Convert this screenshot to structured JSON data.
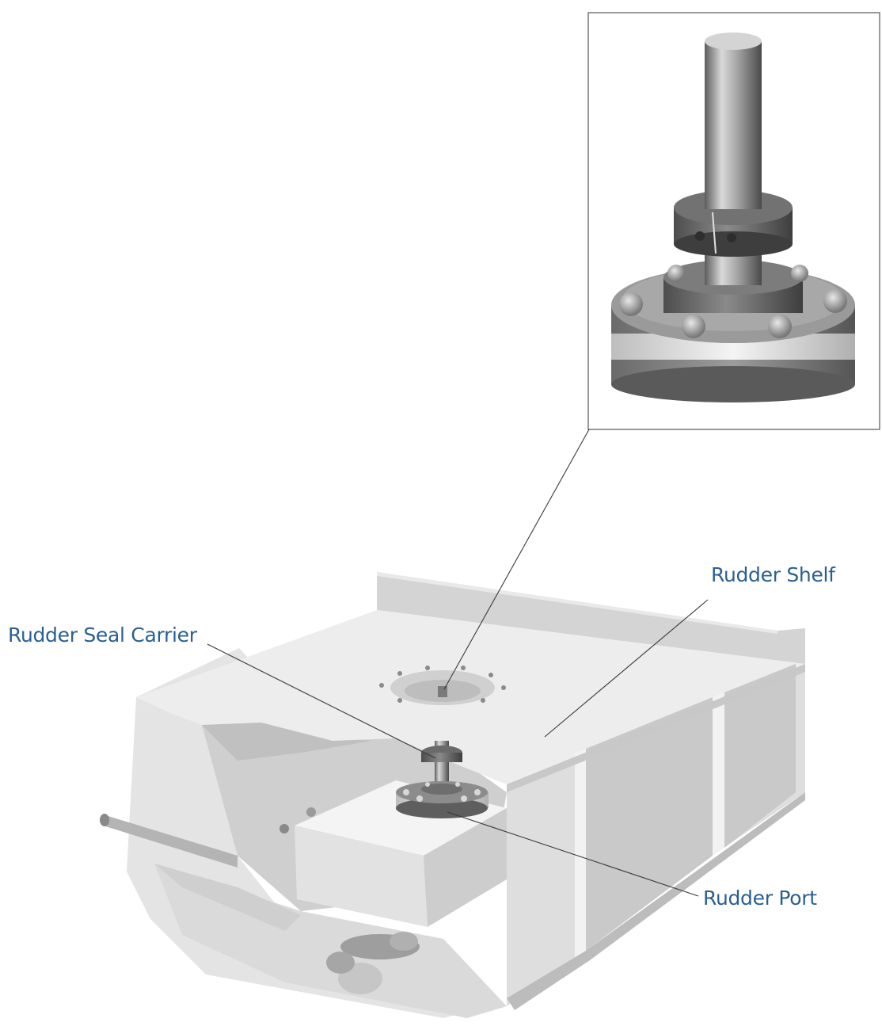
{
  "callouts": {
    "rudder_shelf": "Rudder Shelf",
    "rudder_seal_carrier": "Rudder Seal Carrier",
    "rudder_port": "Rudder Port"
  },
  "colors": {
    "label_text": "#2a5f92",
    "leader_line": "#3a3a3a",
    "hull_light": "#e6e6e6",
    "hull_mid": "#d2d2d2",
    "hull_dark": "#b8b8b8",
    "metal_dark": "#6e6e6e"
  }
}
